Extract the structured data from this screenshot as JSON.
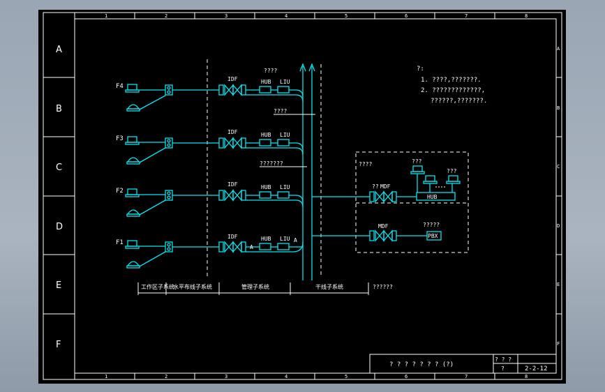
{
  "grid": {
    "columns": [
      "1",
      "2",
      "3",
      "4",
      "5",
      "6",
      "7",
      "8"
    ],
    "rows": [
      "A",
      "B",
      "C",
      "D",
      "E",
      "F"
    ]
  },
  "floors": [
    "F4",
    "F3",
    "F2",
    "F1"
  ],
  "labels": {
    "idf": "IDF",
    "hub": "HUB",
    "lu": "LIU",
    "mdf": "MDF",
    "pbx": "PBX",
    "top_q": "????",
    "riser_q1": "????",
    "riser_q2": "???????",
    "room_q": "????",
    "pc_q1": "???",
    "pc_q2": "???",
    "mdf_q": "??",
    "pbx_q": "?????",
    "a1": "A",
    "a2": "A"
  },
  "notes": {
    "heading": "?:",
    "line1": "1. ????,???????.",
    "line2": "2. ?????????????,",
    "line3": "??????,???????."
  },
  "bottom_labels": {
    "seg1": "工作区子系统",
    "seg2": "水平布线子系统",
    "seg3": "管理子系统",
    "seg4": "干线子系统",
    "seg5": "??????"
  },
  "title_block": {
    "title": "? ? ? ? ? ? ? (?)",
    "r1": "? ? ?",
    "r2": "?",
    "code": "2-2-12"
  }
}
